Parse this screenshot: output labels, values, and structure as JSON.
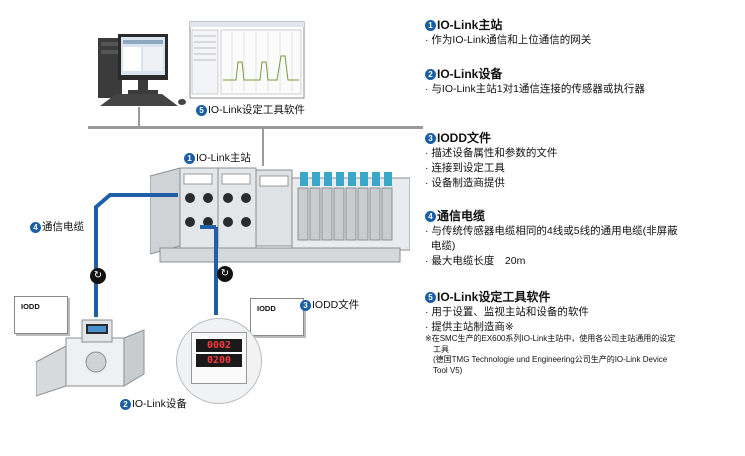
{
  "left": {
    "tool_label": "IO-Link设定工具软件",
    "master_label": "IO-Link主站",
    "cable_label": "通信电缆",
    "iodd_file_label": "IODD文件",
    "device_label": "IO-Link设备",
    "iodd_card_1": "IODD",
    "iodd_card_2": "IODD",
    "display_top": "0002",
    "display_bottom": "0200",
    "numbers": {
      "n1": "1",
      "n2": "2",
      "n3": "3",
      "n4": "4",
      "n5": "5"
    }
  },
  "right": {
    "sections": [
      {
        "num": "1",
        "title": "IO-Link主站",
        "bullets": [
          "· 作为IO-Link通信和上位通信的网关"
        ]
      },
      {
        "num": "2",
        "title": "IO-Link设备",
        "bullets": [
          "· 与IO-Link主站1对1通信连接的传感器或执行器"
        ]
      },
      {
        "num": "3",
        "title": "IODD文件",
        "bullets": [
          "· 描述设备属性和参数的文件",
          "· 连接到设定工具",
          "· 设备制造商提供"
        ]
      },
      {
        "num": "4",
        "title": "通信电缆",
        "bullets": [
          "· 与传统传感器电缆相同的4线或5线的通用电缆(非屏蔽",
          "  电缆)",
          "· 最大电缆长度　20m"
        ]
      },
      {
        "num": "5",
        "title": "IO-Link设定工具软件",
        "bullets": [
          "· 用于设置、监视主站和设备的软件",
          "· 提供主站制造商※"
        ]
      }
    ],
    "notes": [
      "※在SMC生产的EX600系列IO-Link主站中，使用各公司主站通用的设定",
      "　工具",
      "　(德国TMG Technologie und Engineering公司生产的IO-Link Device",
      "　Tool V5)"
    ]
  },
  "colors": {
    "cable": "#1f5fa8",
    "badge": "#1a5fa6",
    "line": "#9a9a9a"
  }
}
